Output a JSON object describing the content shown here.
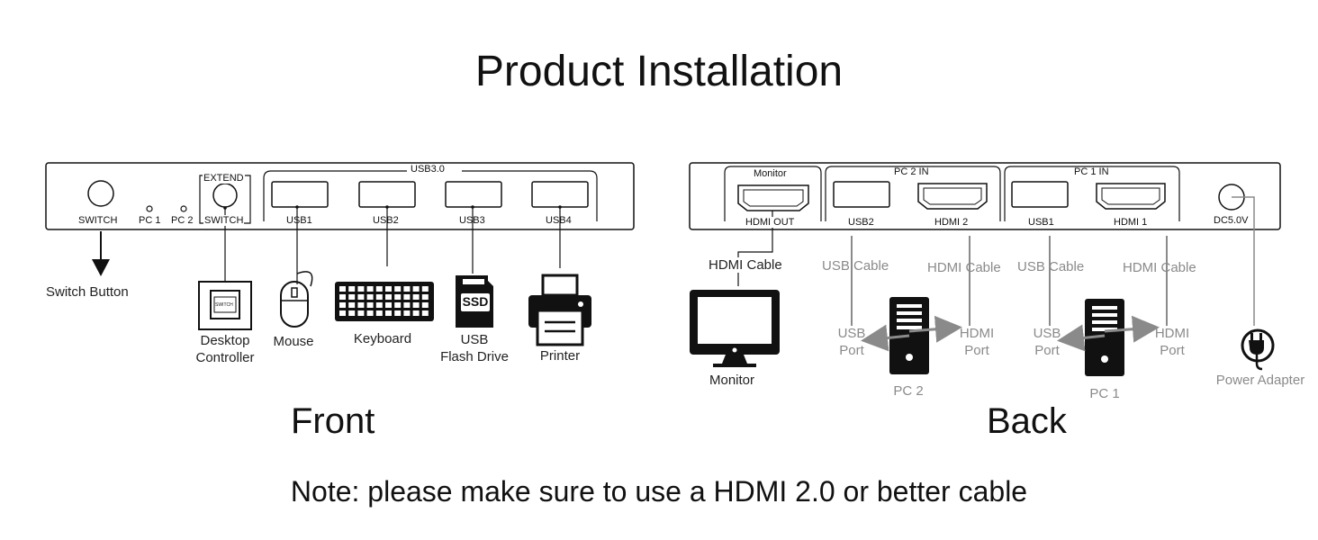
{
  "title": "Product Installation",
  "front": {
    "section_label": "Front",
    "switch_label": "SWITCH",
    "pc1_led": "PC 1",
    "pc2_led": "PC 2",
    "extend_top": "EXTEND",
    "extend_bottom": "SWITCH",
    "usb_group": "USB3.0",
    "ports": [
      "USB1",
      "USB2",
      "USB3",
      "USB4"
    ],
    "switch_button": "Switch Button",
    "controller_tag": "SWITCH",
    "devices": {
      "controller_line1": "Desktop",
      "controller_line2": "Controller",
      "mouse": "Mouse",
      "keyboard": "Keyboard",
      "flash_line1": "USB",
      "flash_line2": "Flash Drive",
      "ssd_text": "SSD",
      "printer": "Printer"
    }
  },
  "back": {
    "section_label": "Back",
    "monitor_group": "Monitor",
    "hdmi_out": "HDMI OUT",
    "pc2_group": "PC 2 IN",
    "pc2_usb": "USB2",
    "pc2_hdmi": "HDMI 2",
    "pc1_group": "PC 1 IN",
    "pc1_usb": "USB1",
    "pc1_hdmi": "HDMI 1",
    "dc_label": "DC5.0V",
    "hdmi_cable_dark": "HDMI Cable",
    "monitor_label": "Monitor",
    "usb_cable": "USB Cable",
    "hdmi_cable": "HDMI Cable",
    "usb_port_line1": "USB",
    "usb_port_line2": "Port",
    "hdmi_port_line1": "HDMI",
    "hdmi_port_line2": "Port",
    "pc2_label": "PC 2",
    "pc1_label": "PC 1",
    "power_adapter": "Power Adapter"
  },
  "note": "Note: please make sure to use a HDMI 2.0 or better cable",
  "colors": {
    "line": "#111111",
    "gray": "#8a8a8a"
  }
}
